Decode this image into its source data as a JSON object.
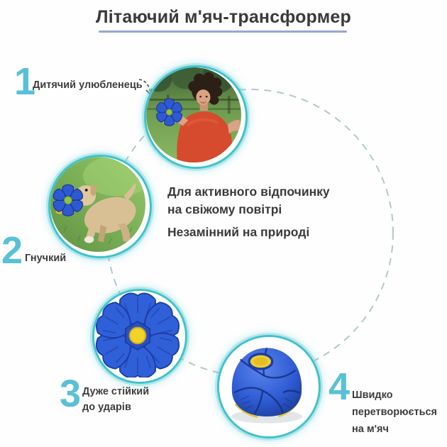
{
  "title": {
    "text": "Літаючий м'яч-трансформер"
  },
  "intro": {
    "lines": [
      "Для активного відпочинку",
      "на свіжому повітрі",
      "Незамінний на природі"
    ]
  },
  "features": [
    {
      "number": "1",
      "lines": [
        "Дитячий улюбленець"
      ],
      "image": "child-playing-with-disc-photo"
    },
    {
      "number": "2",
      "lines": [
        "Гнучкий"
      ],
      "image": "dog-catching-disc-photo"
    },
    {
      "number": "3",
      "lines": [
        "Дуже стійкий",
        "до ударів"
      ],
      "image": "disc-flat-form-photo"
    },
    {
      "number": "4",
      "lines": [
        "Швидко",
        "перетворюється",
        "на м'яч"
      ],
      "image": "disc-ball-form-photo"
    }
  ],
  "colors": {
    "accent_number": "#58c1d6",
    "photo_border": "#3fc3cb",
    "dashed_line": "#b2c8cb",
    "title_underline": "#95a7d7",
    "text": "#3a3a3a",
    "product_blue": "#2d5ad2",
    "product_yellow": "#f0cd30"
  }
}
